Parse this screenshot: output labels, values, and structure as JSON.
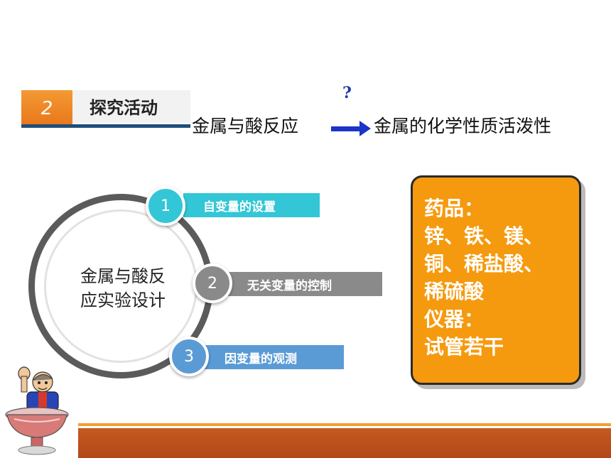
{
  "section": {
    "number": "2",
    "title": "探究活动"
  },
  "relation": {
    "left": "金属与酸反应",
    "question": "?",
    "right": "金属的化学性质活泼性"
  },
  "ring": {
    "line1": "金属与酸反",
    "line2": "应实验设计"
  },
  "steps": [
    {
      "number": "1",
      "label": "自变量的设置",
      "color": "#33c6d6"
    },
    {
      "number": "2",
      "label": "无关变量的控制",
      "color": "#8a8a8a"
    },
    {
      "number": "3",
      "label": "因变量的观测",
      "color": "#5b9bd5"
    }
  ],
  "materials": {
    "lines": [
      "药品：",
      "锌、铁、镁、",
      "铜、稀盐酸、",
      "稀硫酸",
      "仪器：",
      "试管若干"
    ],
    "color": "#f59a0e"
  },
  "colors": {
    "badge": "#e8761a",
    "arrow": "#1a35c8",
    "band": "#b3471a"
  }
}
